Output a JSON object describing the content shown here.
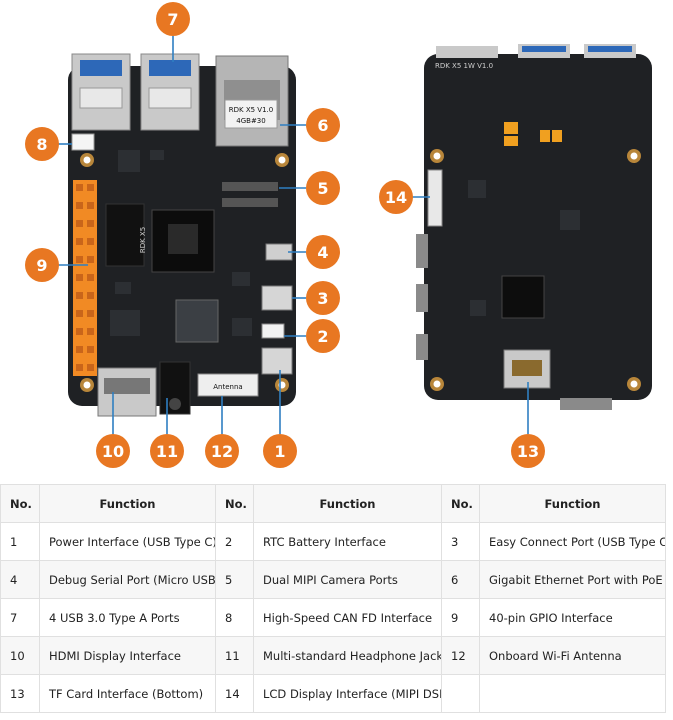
{
  "colors": {
    "accent": "#e87722",
    "board": "#1f2124",
    "gpio": "#f18a24"
  },
  "board_front": {
    "model_label": "RDK X5",
    "sticker_line1": "RDK X5 V1.0",
    "sticker_line2": "4GB#30",
    "antenna_label": "Antenna"
  },
  "board_back": {
    "label": "RDK X5 1W V1.0"
  },
  "callouts": [
    "1",
    "2",
    "3",
    "4",
    "5",
    "6",
    "7",
    "8",
    "9",
    "10",
    "11",
    "12",
    "13",
    "14"
  ],
  "table": {
    "headers": [
      "No.",
      "Function",
      "No.",
      "Function",
      "No.",
      "Function"
    ],
    "rows": [
      [
        {
          "no": "1",
          "fn": "Power Interface (USB Type C)"
        },
        {
          "no": "2",
          "fn": "RTC Battery Interface"
        },
        {
          "no": "3",
          "fn": "Easy Connect Port (USB Type C)"
        }
      ],
      [
        {
          "no": "4",
          "fn": "Debug Serial Port (Micro USB)"
        },
        {
          "no": "5",
          "fn": "Dual MIPI Camera Ports"
        },
        {
          "no": "6",
          "fn": "Gigabit Ethernet Port with PoE"
        }
      ],
      [
        {
          "no": "7",
          "fn": "4 USB 3.0 Type A Ports"
        },
        {
          "no": "8",
          "fn": "High-Speed CAN FD Interface"
        },
        {
          "no": "9",
          "fn": "40-pin GPIO Interface"
        }
      ],
      [
        {
          "no": "10",
          "fn": "HDMI Display Interface"
        },
        {
          "no": "11",
          "fn": "Multi-standard Headphone Jack"
        },
        {
          "no": "12",
          "fn": "Onboard Wi-Fi Antenna"
        }
      ],
      [
        {
          "no": "13",
          "fn": "TF Card Interface (Bottom)"
        },
        {
          "no": "14",
          "fn": "LCD Display Interface (MIPI DSI)"
        },
        {
          "no": "",
          "fn": ""
        }
      ]
    ]
  }
}
